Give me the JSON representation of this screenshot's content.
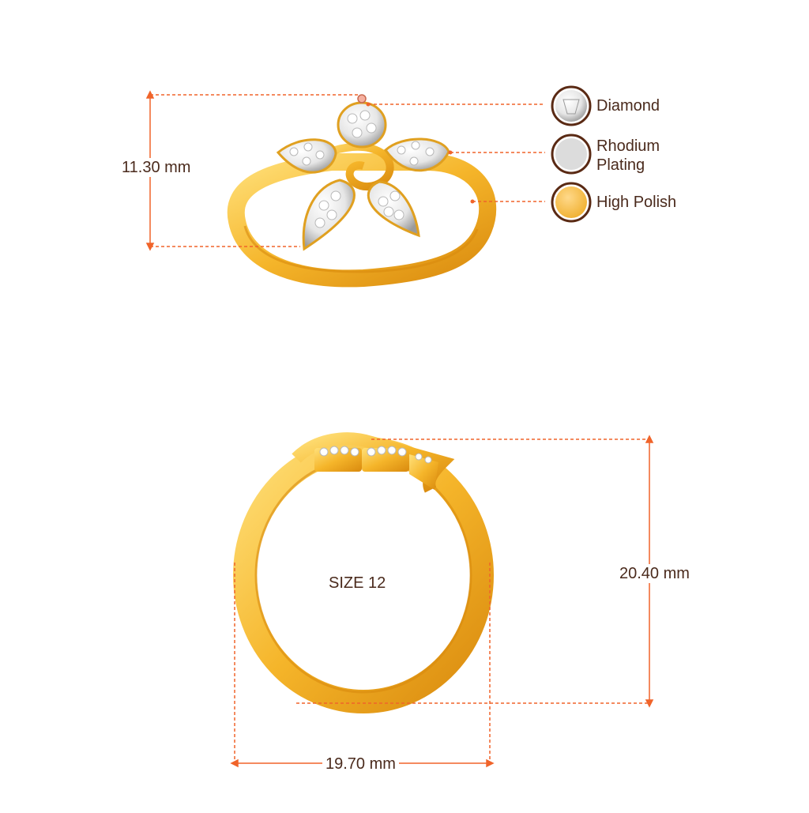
{
  "colors": {
    "dimension_line": "#f0642a",
    "gold_light": "#ffd24a",
    "gold_mid": "#f5b52a",
    "gold_dark": "#d98a0e",
    "diamond": "#f2f2f2",
    "rhodium": "#dcdcdc",
    "high_polish": "#f7c55a",
    "legend_ring": "#5a2a14",
    "text": "#4a2a1c"
  },
  "dimensions": {
    "height": "11.30 mm",
    "inner_diameter": "20.40 mm",
    "width": "19.70 mm"
  },
  "size_label": "SIZE 12",
  "legend": [
    {
      "label": "Diamond",
      "icon": "diamond-swatch"
    },
    {
      "label": "Rhodium Plating",
      "icon": "rhodium-swatch"
    },
    {
      "label": "High Polish",
      "icon": "high-polish-swatch"
    }
  ]
}
